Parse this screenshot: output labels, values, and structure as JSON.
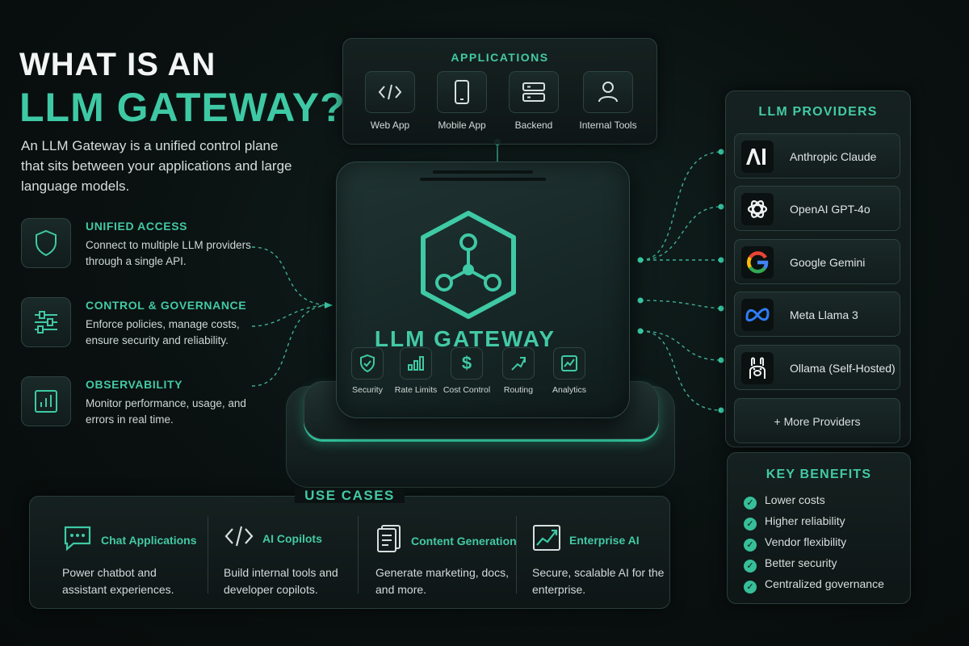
{
  "title": {
    "line1": "WHAT IS AN",
    "line2": "LLM GATEWAY?"
  },
  "intro": "An LLM Gateway is a unified control plane that sits between your applications and large language models.",
  "features": [
    {
      "icon": "shield-icon",
      "title": "UNIFIED ACCESS",
      "desc": "Connect to multiple LLM providers through a single API."
    },
    {
      "icon": "sliders-icon",
      "title": "CONTROL & GOVERNANCE",
      "desc": "Enforce policies, manage costs, ensure security and reliability."
    },
    {
      "icon": "bar-chart-icon",
      "title": "OBSERVABILITY",
      "desc": "Monitor performance, usage, and errors in real time."
    }
  ],
  "applications": {
    "title": "APPLICATIONS",
    "items": [
      {
        "label": "Web App",
        "icon": "code-icon"
      },
      {
        "label": "Mobile App",
        "icon": "smartphone-icon"
      },
      {
        "label": "Backend",
        "icon": "server-icon"
      },
      {
        "label": "Internal Tools",
        "icon": "user-icon"
      }
    ]
  },
  "gateway": {
    "title": "LLM GATEWAY",
    "icon": "hexagon-network-icon",
    "features": [
      {
        "label": "Security",
        "icon": "shield-check-icon"
      },
      {
        "label": "Rate Limits",
        "icon": "bars-icon"
      },
      {
        "label": "Cost Control",
        "icon": "dollar-icon"
      },
      {
        "label": "Routing",
        "icon": "route-icon"
      },
      {
        "label": "Analytics",
        "icon": "analytics-icon"
      }
    ]
  },
  "providers": {
    "title": "LLM PROVIDERS",
    "items": [
      {
        "name": "Anthropic Claude",
        "logo": "anthropic-logo"
      },
      {
        "name": "OpenAI GPT-4o",
        "logo": "openai-logo"
      },
      {
        "name": "Google Gemini",
        "logo": "google-logo"
      },
      {
        "name": "Meta Llama 3",
        "logo": "meta-logo"
      },
      {
        "name": "Ollama (Self-Hosted)",
        "logo": "ollama-logo"
      }
    ],
    "more": "+ More Providers"
  },
  "benefits": {
    "title": "KEY BENEFITS",
    "items": [
      "Lower costs",
      "Higher reliability",
      "Vendor flexibility",
      "Better security",
      "Centralized governance"
    ]
  },
  "use_cases": {
    "title": "USE CASES",
    "items": [
      {
        "title": "Chat Applications",
        "desc": "Power chatbot and assistant experiences.",
        "icon": "chat-icon"
      },
      {
        "title": "AI Copilots",
        "desc": "Build internal tools and developer copilots.",
        "icon": "code-icon"
      },
      {
        "title": "Content Generation",
        "desc": "Generate marketing, docs, and more.",
        "icon": "document-icon"
      },
      {
        "title": "Enterprise AI",
        "desc": "Secure, scalable AI for the enterprise.",
        "icon": "trend-chart-icon"
      }
    ]
  },
  "colors": {
    "accent": "#43c9a5",
    "background": "#0a1110",
    "panel": "#162322"
  }
}
